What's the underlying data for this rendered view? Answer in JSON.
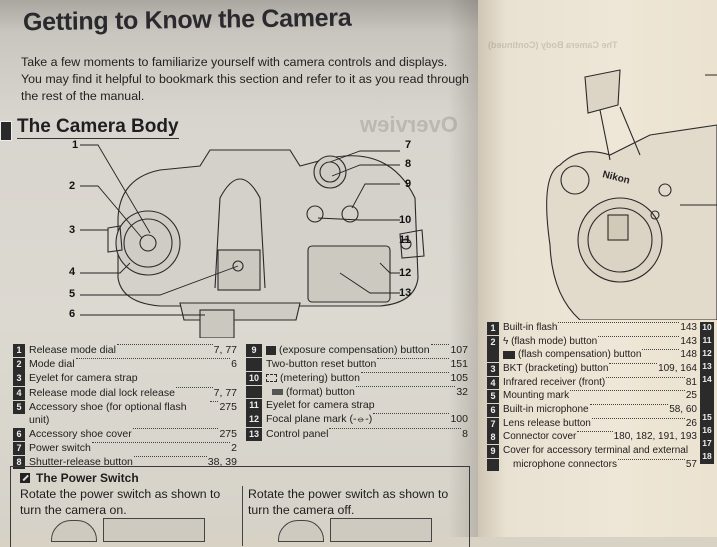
{
  "page": {
    "title": "Getting to Know the Camera",
    "intro": "Take a few moments to familiarize yourself with camera controls and displays. You may find it helpful to bookmark this section and refer to it as you read through the rest of the manual.",
    "section_title": "The Camera Body",
    "section_tab_icon": "bookmark-tab-icon"
  },
  "diagram": {
    "callouts": [
      "1",
      "2",
      "3",
      "4",
      "5",
      "6",
      "7",
      "8",
      "9",
      "10",
      "11",
      "12",
      "13"
    ],
    "brand": "Nikon"
  },
  "parts_left": [
    {
      "num": "1",
      "label": "Release mode dial",
      "pages": "7, 77"
    },
    {
      "num": "2",
      "label": "Mode dial",
      "pages": "6"
    },
    {
      "num": "3",
      "label": "Eyelet for camera strap",
      "pages": ""
    },
    {
      "num": "4",
      "label": "Release mode dial lock release",
      "pages": "7, 77"
    },
    {
      "num": "5",
      "label": "Accessory shoe (for optional flash unit)",
      "pages": "275"
    },
    {
      "num": "6",
      "label": "Accessory shoe cover",
      "pages": "275"
    },
    {
      "num": "7",
      "label": "Power switch",
      "pages": "2"
    },
    {
      "num": "8",
      "label": "Shutter-release button",
      "pages": "38, 39"
    }
  ],
  "parts_middle": [
    {
      "num": "9",
      "icon": "exposure-compensation-icon",
      "label": "(exposure compensation) button",
      "pages": "107"
    },
    {
      "num": "",
      "label": "Two-button reset button",
      "pages": "151"
    },
    {
      "num": "10",
      "icon": "metering-icon",
      "label": "(metering) button",
      "pages": "105"
    },
    {
      "num": "",
      "icon": "format-icon",
      "label": "(format) button",
      "pages": "32"
    },
    {
      "num": "11",
      "label": "Eyelet for camera strap",
      "pages": ""
    },
    {
      "num": "12",
      "label": "Focal plane mark (-⦵-)",
      "pages": "100"
    },
    {
      "num": "13",
      "label": "Control panel",
      "pages": "8"
    }
  ],
  "parts_right": [
    {
      "num": "1",
      "label": "Built-in flash",
      "pages": "143"
    },
    {
      "num": "2",
      "icon": "flash-mode-icon",
      "label": "ϟ (flash mode) button",
      "pages": "143"
    },
    {
      "num": "",
      "icon": "flash-compensation-icon",
      "label": "(flash compensation) button",
      "pages": "148"
    },
    {
      "num": "3",
      "label": "BKT (bracketing) button",
      "pages": "109, 164"
    },
    {
      "num": "4",
      "label": "Infrared receiver (front)",
      "pages": "81"
    },
    {
      "num": "5",
      "label": "Mounting mark",
      "pages": "25"
    },
    {
      "num": "6",
      "label": "Built-in microphone",
      "pages": "58, 60"
    },
    {
      "num": "7",
      "label": "Lens release button",
      "pages": "26"
    },
    {
      "num": "8",
      "label": "Connector cover",
      "pages": "180, 182, 191, 193"
    },
    {
      "num": "9",
      "label": "Cover for accessory terminal and external",
      "pages": ""
    },
    {
      "num": "",
      "label": "microphone connectors",
      "pages": "57"
    }
  ],
  "edge_nums": [
    "10",
    "11",
    "12",
    "13",
    "14",
    "",
    "",
    "15",
    "16",
    "17",
    "18"
  ],
  "note": {
    "title": "The Power Switch",
    "left_text": "Rotate the power switch as shown to turn the camera on.",
    "right_text": "Rotate the power switch as shown to turn the camera off."
  },
  "colors": {
    "badge_bg": "#2b2b2b",
    "title_text": "#2a2a2e",
    "paper_left": "#dcd9d1",
    "paper_right": "#eee6d6"
  }
}
